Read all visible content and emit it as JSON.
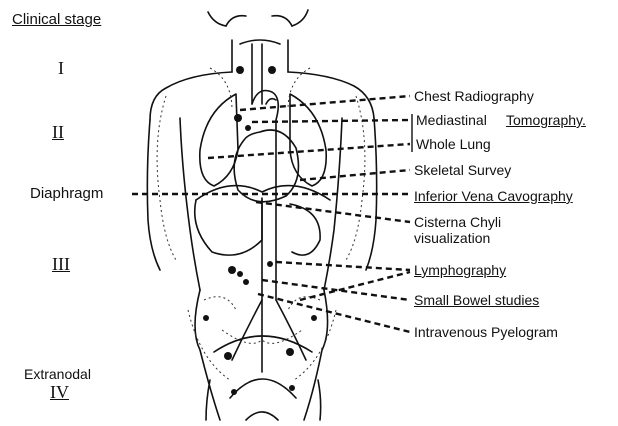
{
  "clinical_stage_heading": "Clinical stage",
  "stages": {
    "s1": "I",
    "s2": "II",
    "s3": "III",
    "extranodal": "Extranodal",
    "s4": "IV"
  },
  "left_labels": {
    "diaphragm": "Diaphragm"
  },
  "right_labels": {
    "chest_radiography": "Chest Radiography",
    "mediastinal": "Mediastinal",
    "tomography": "Tomography.",
    "whole_lung": "Whole Lung",
    "skeletal_survey": "Skeletal Survey",
    "ivc": "Inferior Vena Cavography",
    "cisterna_line1": "Cisterna Chyli",
    "cisterna_line2": "visualization",
    "lymphography": "Lymphography",
    "small_bowel": "Small Bowel studies",
    "ivp": "Intravenous Pyelogram"
  }
}
